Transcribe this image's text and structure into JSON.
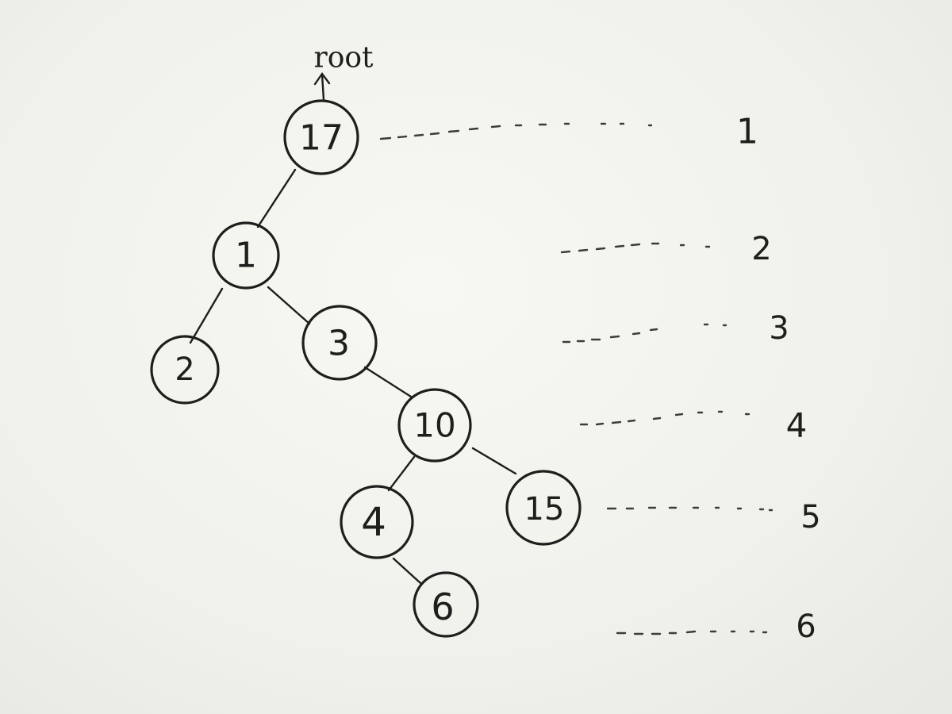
{
  "root_label": "root",
  "nodes": [
    {
      "id": "n17",
      "label": "17",
      "level": 1
    },
    {
      "id": "n1",
      "label": "1",
      "level": 2
    },
    {
      "id": "n2",
      "label": "2",
      "level": 3
    },
    {
      "id": "n3",
      "label": "3",
      "level": 3
    },
    {
      "id": "n10",
      "label": "10",
      "level": 4
    },
    {
      "id": "n4",
      "label": "4",
      "level": 5
    },
    {
      "id": "n15",
      "label": "15",
      "level": 5
    },
    {
      "id": "n6",
      "label": "6",
      "level": 6
    }
  ],
  "edges": [
    {
      "from": "n17",
      "to": "n1"
    },
    {
      "from": "n1",
      "to": "n2"
    },
    {
      "from": "n1",
      "to": "n3"
    },
    {
      "from": "n3",
      "to": "n10"
    },
    {
      "from": "n10",
      "to": "n4"
    },
    {
      "from": "n10",
      "to": "n15"
    },
    {
      "from": "n4",
      "to": "n6"
    }
  ],
  "level_labels": [
    "1",
    "2",
    "3",
    "4",
    "5",
    "6"
  ],
  "colors": {
    "ink": "#1c1f1c",
    "paper": "#f4f4ef"
  }
}
